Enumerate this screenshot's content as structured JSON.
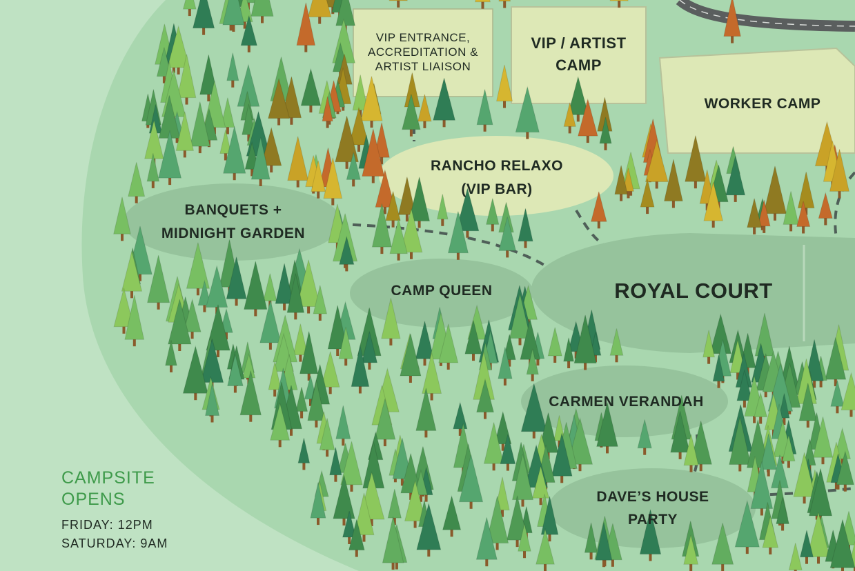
{
  "colors": {
    "grass": "#bfe2c3",
    "forest_floor": "#a9d7af",
    "area_fill": "#96c39c",
    "vip_fill": "#dde8b6",
    "road": "#5a5e5e",
    "path": "#4f5f58",
    "accent_green": "#3e9a4a"
  },
  "areas": {
    "vip_entrance": [
      "VIP ENTRANCE,",
      "ACCREDITATION &",
      "ARTIST LIAISON"
    ],
    "vip_artist_camp": [
      "VIP / ARTIST",
      "CAMP"
    ],
    "worker_camp": "WORKER CAMP",
    "rancho_relaxo": [
      "RANCHO RELAXO",
      "(VIP BAR)"
    ],
    "banquets": [
      "BANQUETS +",
      "MIDNIGHT GARDEN"
    ],
    "camp_queen": "CAMP QUEEN",
    "royal_court": "ROYAL COURT",
    "carmen_verandah": "CARMEN VERANDAH",
    "daves_house_party": [
      "DAVE’S HOUSE",
      "PARTY"
    ]
  },
  "campsite": {
    "title_line1": "CAMPSITE",
    "title_line2": "OPENS",
    "friday": "FRIDAY: 12PM",
    "saturday": "SATURDAY: 9AM"
  }
}
